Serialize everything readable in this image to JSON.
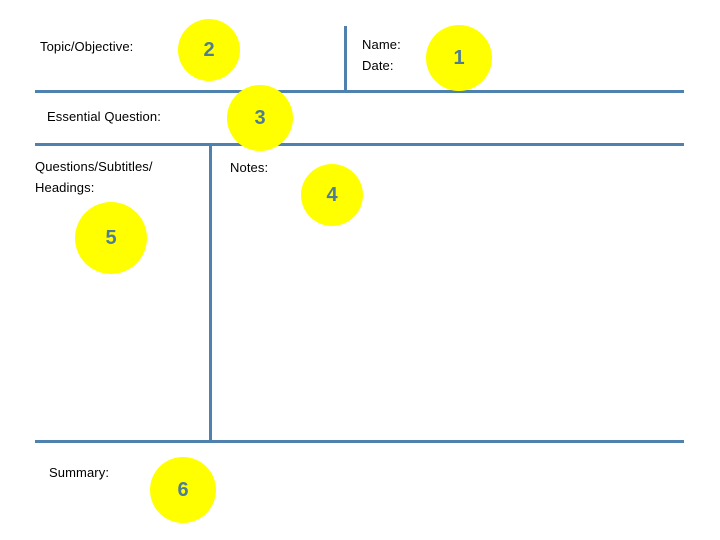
{
  "document": {
    "title": "Cornell Notes Template",
    "colors": {
      "rule_line": "#4F81AF",
      "callout_fill": "#FFFF00",
      "callout_number": "#4F7D95",
      "label_text": "#000000",
      "background": "#FFFFFF"
    }
  },
  "labels": {
    "topic_objective": "Topic/Objective:",
    "name": "Name:",
    "date": "Date:",
    "essential_question": "Essential Question:",
    "questions_subtitles_headings": "Questions/Subtitles/\nHeadings:",
    "notes": "Notes:",
    "summary": "Summary:"
  },
  "callouts": [
    {
      "number": "1",
      "target": "name-date-field"
    },
    {
      "number": "2",
      "target": "topic-objective-field"
    },
    {
      "number": "3",
      "target": "essential-question-field"
    },
    {
      "number": "4",
      "target": "notes-field"
    },
    {
      "number": "5",
      "target": "questions-subtitles-headings-field"
    },
    {
      "number": "6",
      "target": "summary-field"
    }
  ]
}
